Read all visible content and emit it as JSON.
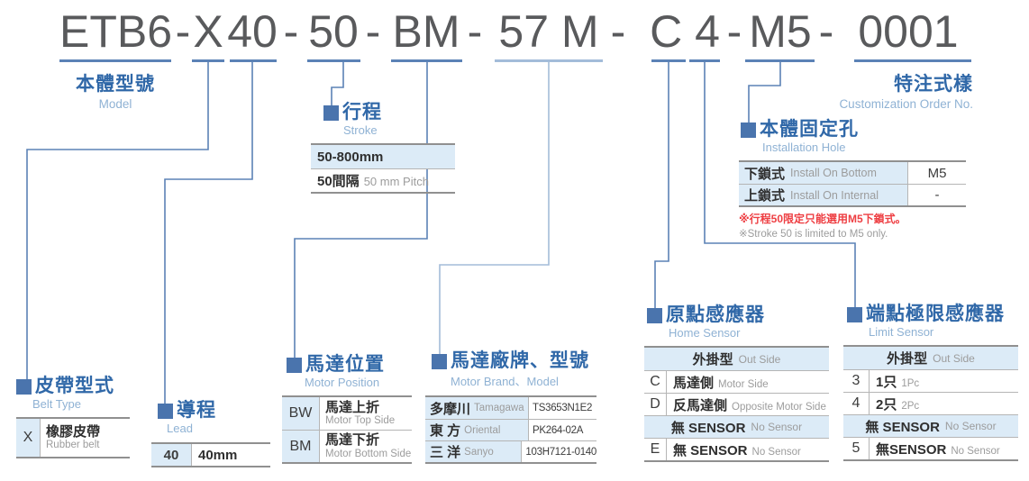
{
  "code": {
    "segments": [
      "ETB6",
      "-",
      "X",
      "40",
      "-",
      "50",
      "-",
      "BM",
      "-",
      "57 M",
      "-",
      "C 4",
      "-",
      "M5",
      "-",
      "0001"
    ]
  },
  "model_label": {
    "zh": "本體型號",
    "en": "Model"
  },
  "custom_label": {
    "zh": "特注式樣",
    "en": "Customization Order No."
  },
  "belt": {
    "zh": "皮帶型式",
    "en": "Belt Type",
    "rows": [
      {
        "code": "X",
        "zh": "橡膠皮帶",
        "en": "Rubber belt"
      }
    ]
  },
  "lead": {
    "zh": "導程",
    "en": "Lead",
    "rows": [
      {
        "code": "40",
        "value": "40mm"
      }
    ]
  },
  "stroke": {
    "zh": "行程",
    "en": "Stroke",
    "range": "50-800mm",
    "pitch_zh": "50間隔",
    "pitch_en": "50 mm Pitch"
  },
  "motor_position": {
    "zh": "馬達位置",
    "en": "Motor Position",
    "rows": [
      {
        "code": "BW",
        "zh": "馬達上折",
        "en": "Motor Top Side"
      },
      {
        "code": "BM",
        "zh": "馬達下折",
        "en": "Motor Bottom Side"
      }
    ]
  },
  "motor_brand": {
    "zh": "馬達廠牌、型號",
    "en": "Motor Brand、Model",
    "rows": [
      {
        "zh": "多摩川",
        "en": "Tamagawa",
        "model": "TS3653N1E2"
      },
      {
        "zh": "東 方",
        "en": "Oriental",
        "model": "PK264-02A"
      },
      {
        "zh": "三 洋",
        "en": "Sanyo",
        "model": "103H7121-0140"
      }
    ]
  },
  "home_sensor": {
    "zh": "原點感應器",
    "en": "Home Sensor",
    "header1": {
      "zh": "外掛型",
      "en": "Out Side"
    },
    "rows": [
      {
        "code": "C",
        "zh": "馬達側",
        "en": "Motor Side"
      },
      {
        "code": "D",
        "zh": "反馬達側",
        "en": "Opposite Motor Side"
      }
    ],
    "header2": {
      "zh": "無 SENSOR",
      "en": "No Sensor"
    },
    "row_e": {
      "code": "E",
      "zh": "無 SENSOR",
      "en": "No Sensor"
    }
  },
  "limit_sensor": {
    "zh": "端點極限感應器",
    "en": "Limit Sensor",
    "header1": {
      "zh": "外掛型",
      "en": "Out Side"
    },
    "rows": [
      {
        "code": "3",
        "zh": "1只",
        "en": "1Pc"
      },
      {
        "code": "4",
        "zh": "2只",
        "en": "2Pc"
      }
    ],
    "header2": {
      "zh": "無 SENSOR",
      "en": "No Sensor"
    },
    "row_5": {
      "code": "5",
      "zh": "無SENSOR",
      "en": "No Sensor"
    }
  },
  "installation": {
    "zh": "本體固定孔",
    "en": "Installation Hole",
    "rows": [
      {
        "zh": "下鎖式",
        "en": "Install On Bottom",
        "value": "M5"
      },
      {
        "zh": "上鎖式",
        "en": "Install On Internal",
        "value": "-"
      }
    ],
    "note_zh": "※行程50限定只能選用M5下鎖式。",
    "note_en": "※Stroke 50 is limited to M5 only."
  },
  "colors": {
    "accent_blue": "#3068a8",
    "light_blue_cell": "#dcebf7",
    "line_steel_blue": "#5b82b6",
    "line_light_blue": "#a3bcd9",
    "code_gray": "#595a5c",
    "note_red": "#ee3e42"
  }
}
